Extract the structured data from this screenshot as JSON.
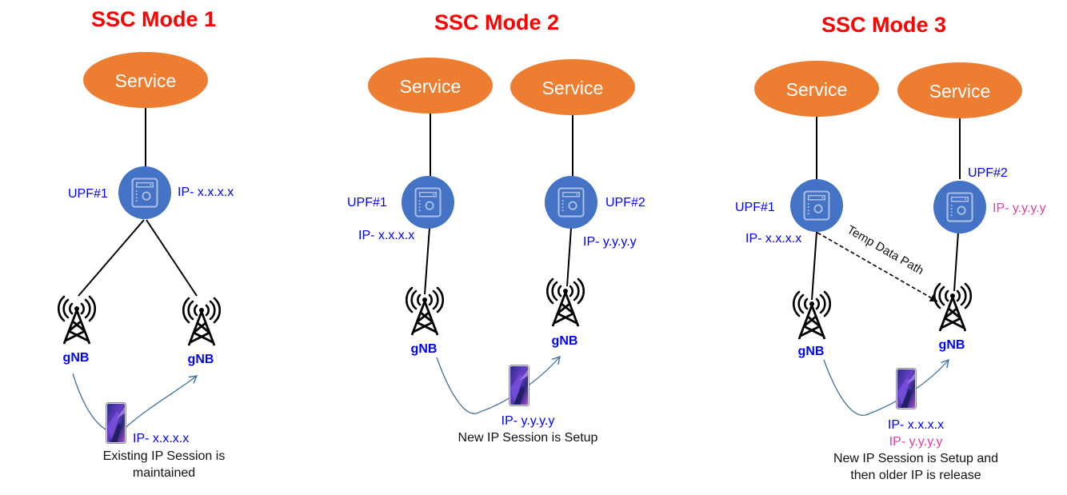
{
  "colors": {
    "title": "#ff0000",
    "service_fill": "#ed7d31",
    "upf_fill": "#4472c4",
    "label_blue": "#0000ff",
    "label_pink": "#e040a0",
    "move_arrow": "#41719c",
    "line": "#000000"
  },
  "modes": [
    {
      "title": "SSC Mode 1",
      "services": [
        "Service"
      ],
      "upfs": [
        {
          "name": "UPF#1",
          "ip": "IP- x.x.x.x"
        }
      ],
      "gnbs": [
        "gNB",
        "gNB"
      ],
      "ue_ips": [
        {
          "text": "IP- x.x.x.x",
          "color": "blue"
        }
      ],
      "caption": [
        "Existing IP Session is",
        "maintained"
      ]
    },
    {
      "title": "SSC Mode 2",
      "services": [
        "Service",
        "Service"
      ],
      "upfs": [
        {
          "name": "UPF#1",
          "ip": "IP- x.x.x.x"
        },
        {
          "name": "UPF#2",
          "ip": "IP- y.y.y.y"
        }
      ],
      "gnbs": [
        "gNB",
        "gNB"
      ],
      "ue_ips": [
        {
          "text": "IP- y.y.y.y",
          "color": "blue"
        }
      ],
      "caption": [
        "New IP Session is Setup"
      ]
    },
    {
      "title": "SSC Mode 3",
      "services": [
        "Service",
        "Service"
      ],
      "upfs": [
        {
          "name": "UPF#1",
          "ip": "IP- x.x.x.x"
        },
        {
          "name": "UPF#2",
          "ip": "IP- y.y.y.y"
        }
      ],
      "gnbs": [
        "gNB",
        "gNB"
      ],
      "temp_path_label": "Temp Data Path",
      "ue_ips": [
        {
          "text": "IP- x.x.x.x",
          "color": "blue"
        },
        {
          "text": "IP- y.y.y.y",
          "color": "pink"
        }
      ],
      "caption": [
        "New IP Session is Setup and",
        "then older IP is release"
      ]
    }
  ]
}
